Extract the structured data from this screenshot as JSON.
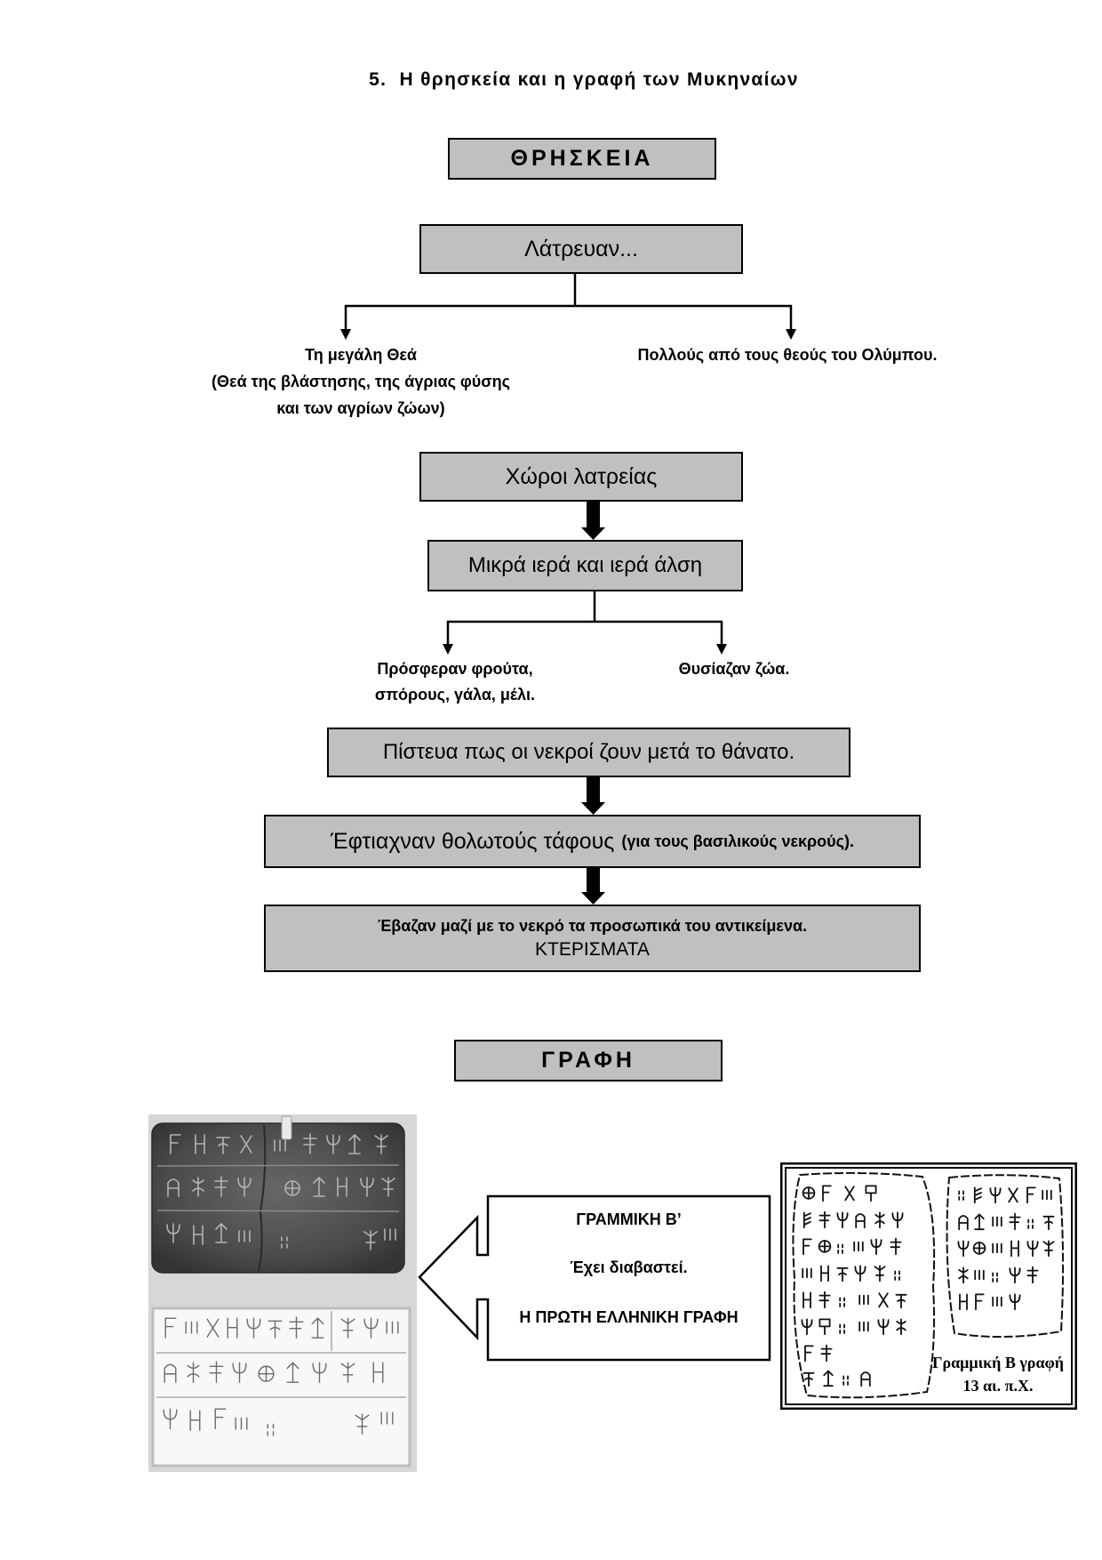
{
  "page": {
    "title": "5.  Η θρησκεία και η γραφή των Μυκηναίων"
  },
  "religion": {
    "heading": "ΘΡΗΣΚΕΙΑ",
    "worship": {
      "label": "Λάτρευαν...",
      "left": [
        "Τη μεγάλη Θεά",
        "(Θεά της βλάστησης, της άγριας φύσης",
        "και των αγρίων ζώων)"
      ],
      "right": "Πολλούς από τους θεούς του Ολύμπου."
    },
    "places": {
      "label": "Χώροι λατρείας",
      "sub_label": "Μικρά ιερά και ιερά άλση",
      "left": [
        "Πρόσφεραν φρούτα,",
        "σπόρους, γάλα, μέλι."
      ],
      "right": "Θυσίαζαν ζώα."
    },
    "afterlife": {
      "belief": "Πίστευα πως οι νεκροί ζουν μετά το θάνατο.",
      "tombs": "Έφτιαχναν θολωτούς τάφους",
      "tombs_note": "(για τους βασιλικούς νεκρούς).",
      "objects": "Έβαζαν μαζί με το νεκρό τα προσωπικά του αντικείμενα.",
      "objects_term": "ΚΤΕΡΙΣΜΑΤΑ"
    }
  },
  "writing": {
    "heading": "ΓΡΑΦΗ",
    "callout": {
      "title": "ΓΡΑΜΜΙΚΗ Β’",
      "line2": "Έχει διαβαστεί.",
      "line3": "Η ΠΡΩΤΗ ΕΛΛΗΝΙΚΗ ΓΡΑΦΗ"
    },
    "figure_caption": [
      "Γραμμική Β γραφή",
      "13 αι. π.Χ."
    ]
  },
  "colors": {
    "box_fill": "#c0c0c0",
    "border": "#000000",
    "callout_fill": "#ffffff"
  }
}
